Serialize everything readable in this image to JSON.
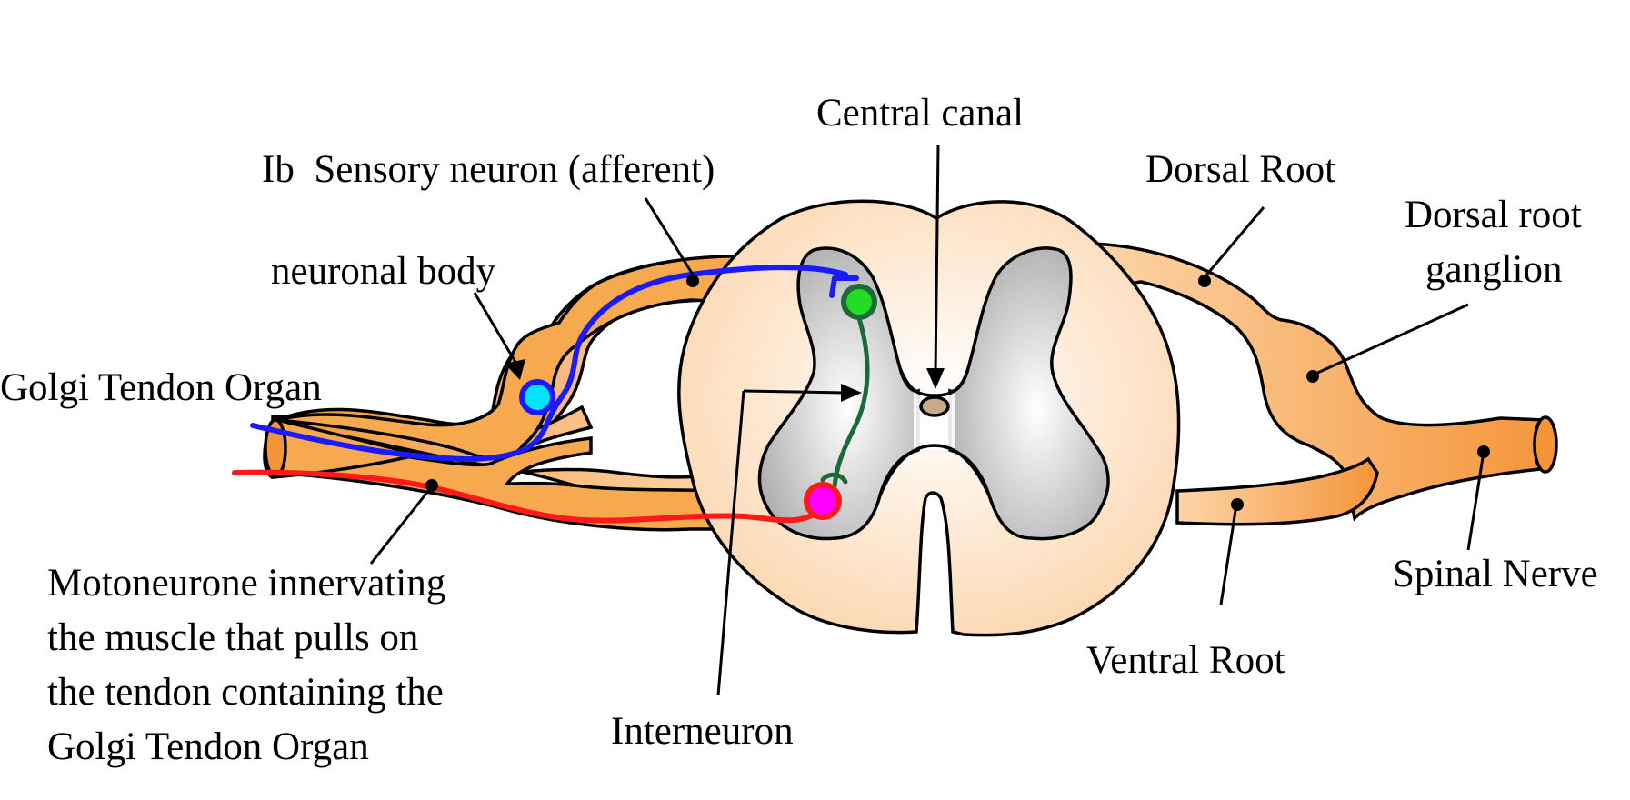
{
  "labels": {
    "central_canal": "Central canal",
    "ib_sensory_neuron": "Ib  Sensory neuron (afferent)",
    "dorsal_root": "Dorsal Root",
    "dorsal_root_ganglion_line1": "Dorsal root",
    "dorsal_root_ganglion_line2": "ganglion",
    "neuronal_body": "neuronal body",
    "golgi_tendon_organ": "Golgi Tendon Organ",
    "motoneurone_line1": "Motoneurone innervating",
    "motoneurone_line2": "the muscle that pulls on",
    "motoneurone_line3": "the tendon containing the",
    "motoneurone_line4": "Golgi Tendon Organ",
    "interneuron": "Interneuron",
    "ventral_root": "Ventral Root",
    "spinal_nerve": "Spinal Nerve"
  },
  "colors": {
    "nerve_orange": "#f7a94f",
    "cord_peach": "#fde3c8",
    "grey_matter": "#c8c8c8",
    "sensory_neuron": "#1a1aff",
    "motoneuron": "#ff1a1a",
    "interneuron": "#1b6b3a",
    "sensory_body": "#00e5ff",
    "interneuron_body": "#22dd22",
    "motoneuron_body": "#ff00ff"
  }
}
